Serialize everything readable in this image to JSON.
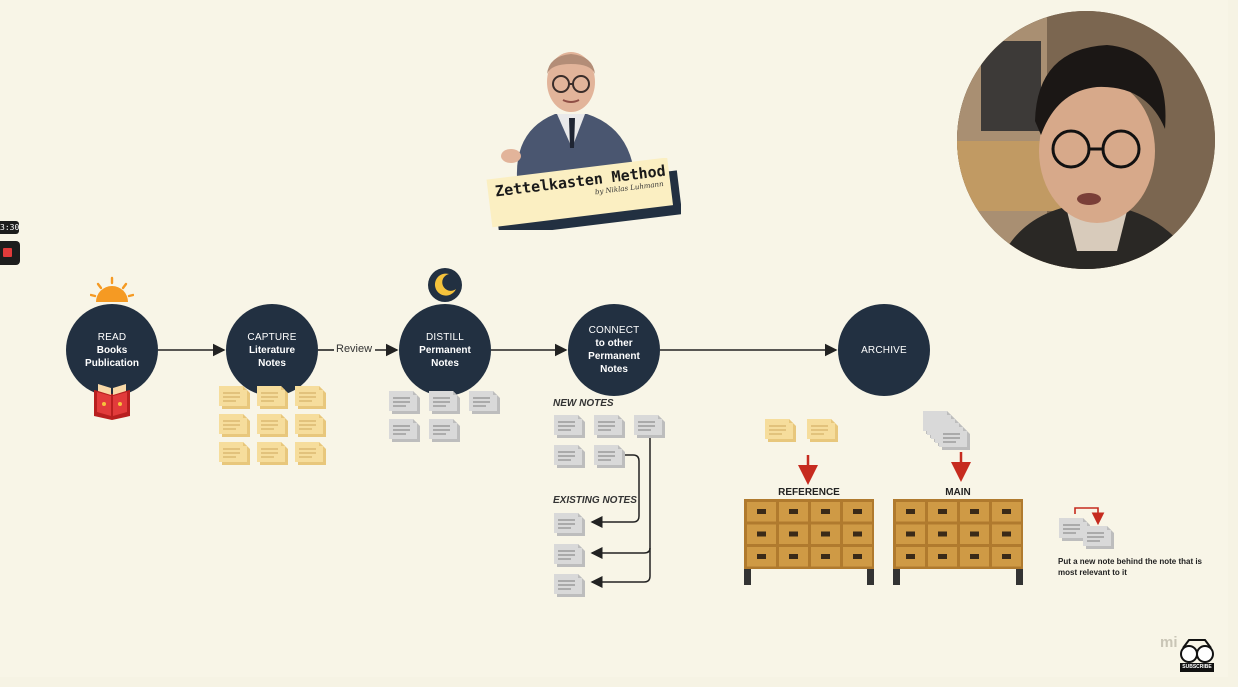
{
  "title_card": {
    "title": "Zettelkasten Method",
    "byline": "by Niklas Luhmann"
  },
  "recording": {
    "timer": "3:30"
  },
  "nodes": [
    {
      "line1": "READ",
      "line2": "Books",
      "line3": "Publication"
    },
    {
      "line1": "CAPTURE",
      "line2": "Literature",
      "line3": "Notes"
    },
    {
      "line1": "DISTILL",
      "line2": "Permanent",
      "line3": "Notes"
    },
    {
      "line1": "CONNECT",
      "line2": "to other",
      "line3": "Permanent",
      "line4": "Notes"
    },
    {
      "line1": "ARCHIVE"
    }
  ],
  "edge_labels": {
    "review": "Review"
  },
  "labels": {
    "new_notes": "NEW NOTES",
    "existing_notes": "EXISTING NOTES",
    "reference": "REFERENCE",
    "main": "MAIN"
  },
  "tip": "Put a new note behind the note that is most relevant to it",
  "subscribe": "SUBSCRIBE",
  "watermark": "mi",
  "colors": {
    "node": "#223041",
    "background": "#f8f5e7",
    "yellow_note": "#f6dd9c",
    "grey_note": "#d9d9d9",
    "cabinet": "#cf9a45",
    "arrow_red": "#c62b1f"
  }
}
